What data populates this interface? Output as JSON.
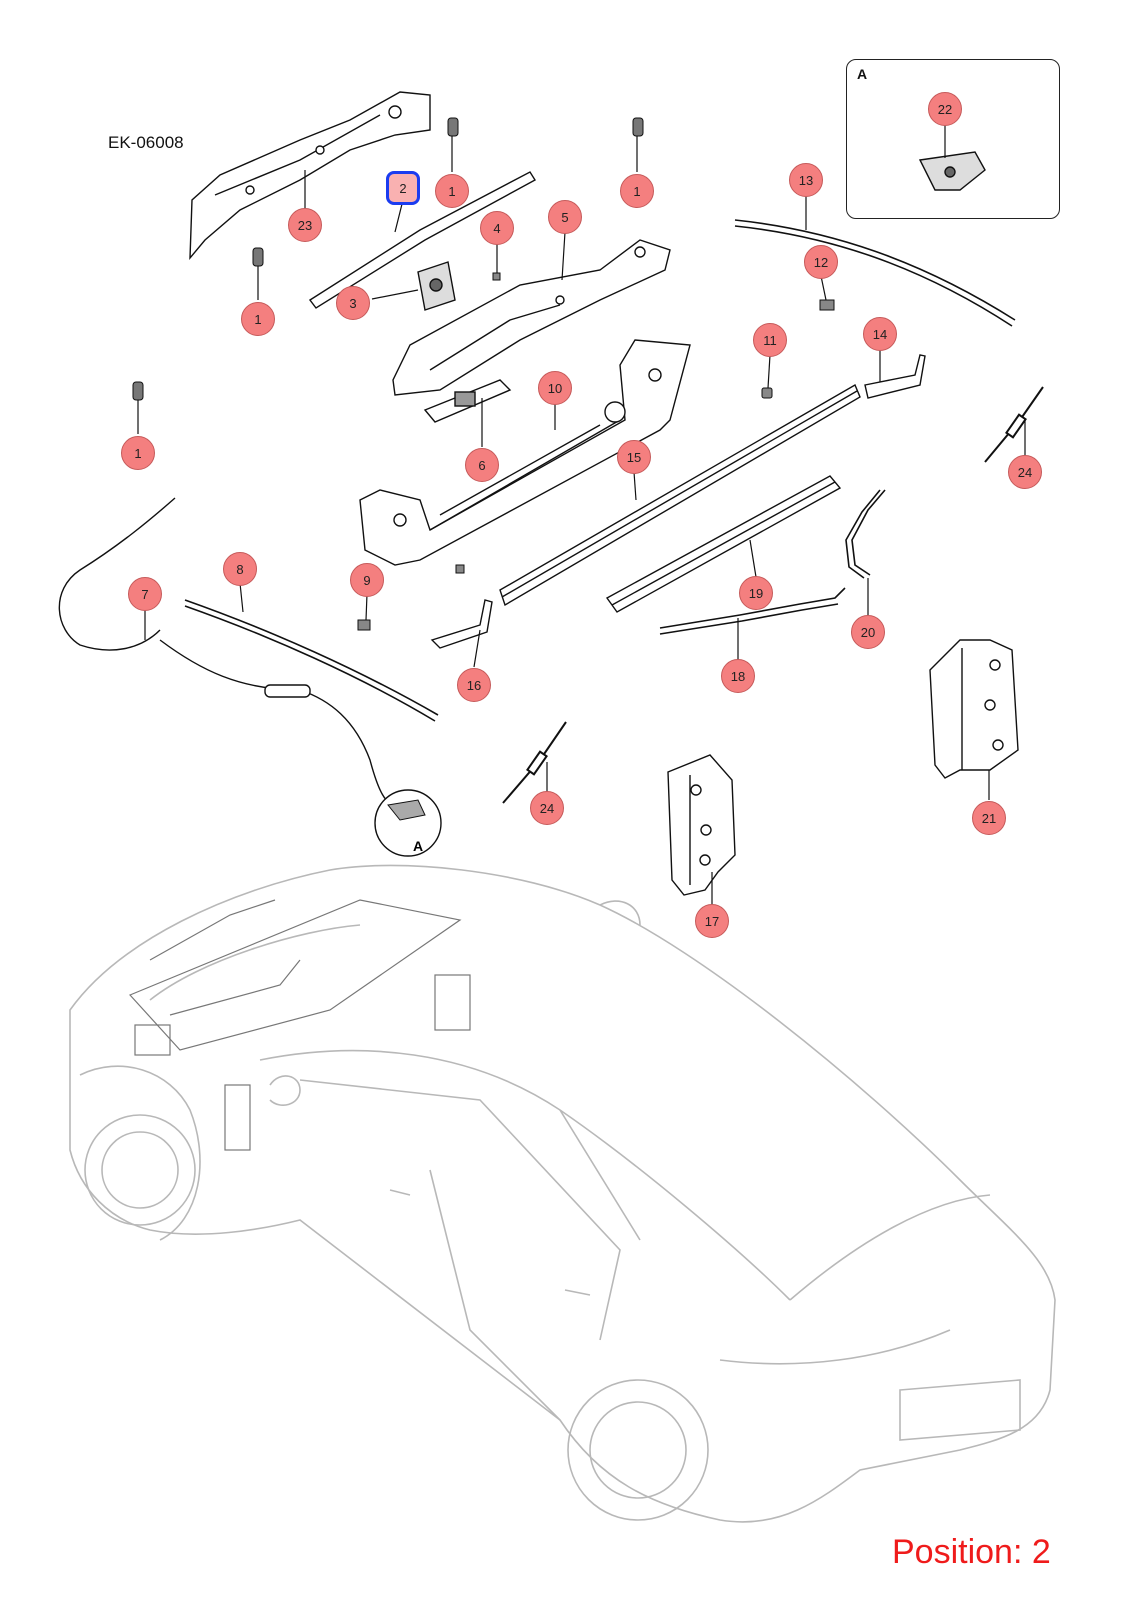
{
  "diagram_code": "EK-06008",
  "position_label": "Position: 2",
  "inset_label": "A",
  "detail_reference": "A",
  "selected_callout": "2",
  "colors": {
    "callout_fill": "#f47f7f",
    "callout_selected_border": "#1b3cf0",
    "position_text": "#ef1b1b",
    "part_line": "#111111",
    "car_outline": "#b8b8b8"
  },
  "callouts": [
    {
      "id": "c1a",
      "label": "1"
    },
    {
      "id": "c1b",
      "label": "1"
    },
    {
      "id": "c1c",
      "label": "1"
    },
    {
      "id": "c1d",
      "label": "1"
    },
    {
      "id": "c2",
      "label": "2"
    },
    {
      "id": "c3",
      "label": "3"
    },
    {
      "id": "c4",
      "label": "4"
    },
    {
      "id": "c5",
      "label": "5"
    },
    {
      "id": "c6",
      "label": "6"
    },
    {
      "id": "c7",
      "label": "7"
    },
    {
      "id": "c8",
      "label": "8"
    },
    {
      "id": "c9",
      "label": "9"
    },
    {
      "id": "c10",
      "label": "10"
    },
    {
      "id": "c11",
      "label": "11"
    },
    {
      "id": "c12",
      "label": "12"
    },
    {
      "id": "c13",
      "label": "13"
    },
    {
      "id": "c14",
      "label": "14"
    },
    {
      "id": "c15",
      "label": "15"
    },
    {
      "id": "c16",
      "label": "16"
    },
    {
      "id": "c17",
      "label": "17"
    },
    {
      "id": "c18",
      "label": "18"
    },
    {
      "id": "c19",
      "label": "19"
    },
    {
      "id": "c20",
      "label": "20"
    },
    {
      "id": "c21",
      "label": "21"
    },
    {
      "id": "c22",
      "label": "22"
    },
    {
      "id": "c23",
      "label": "23"
    },
    {
      "id": "c24a",
      "label": "24"
    },
    {
      "id": "c24b",
      "label": "24"
    }
  ]
}
